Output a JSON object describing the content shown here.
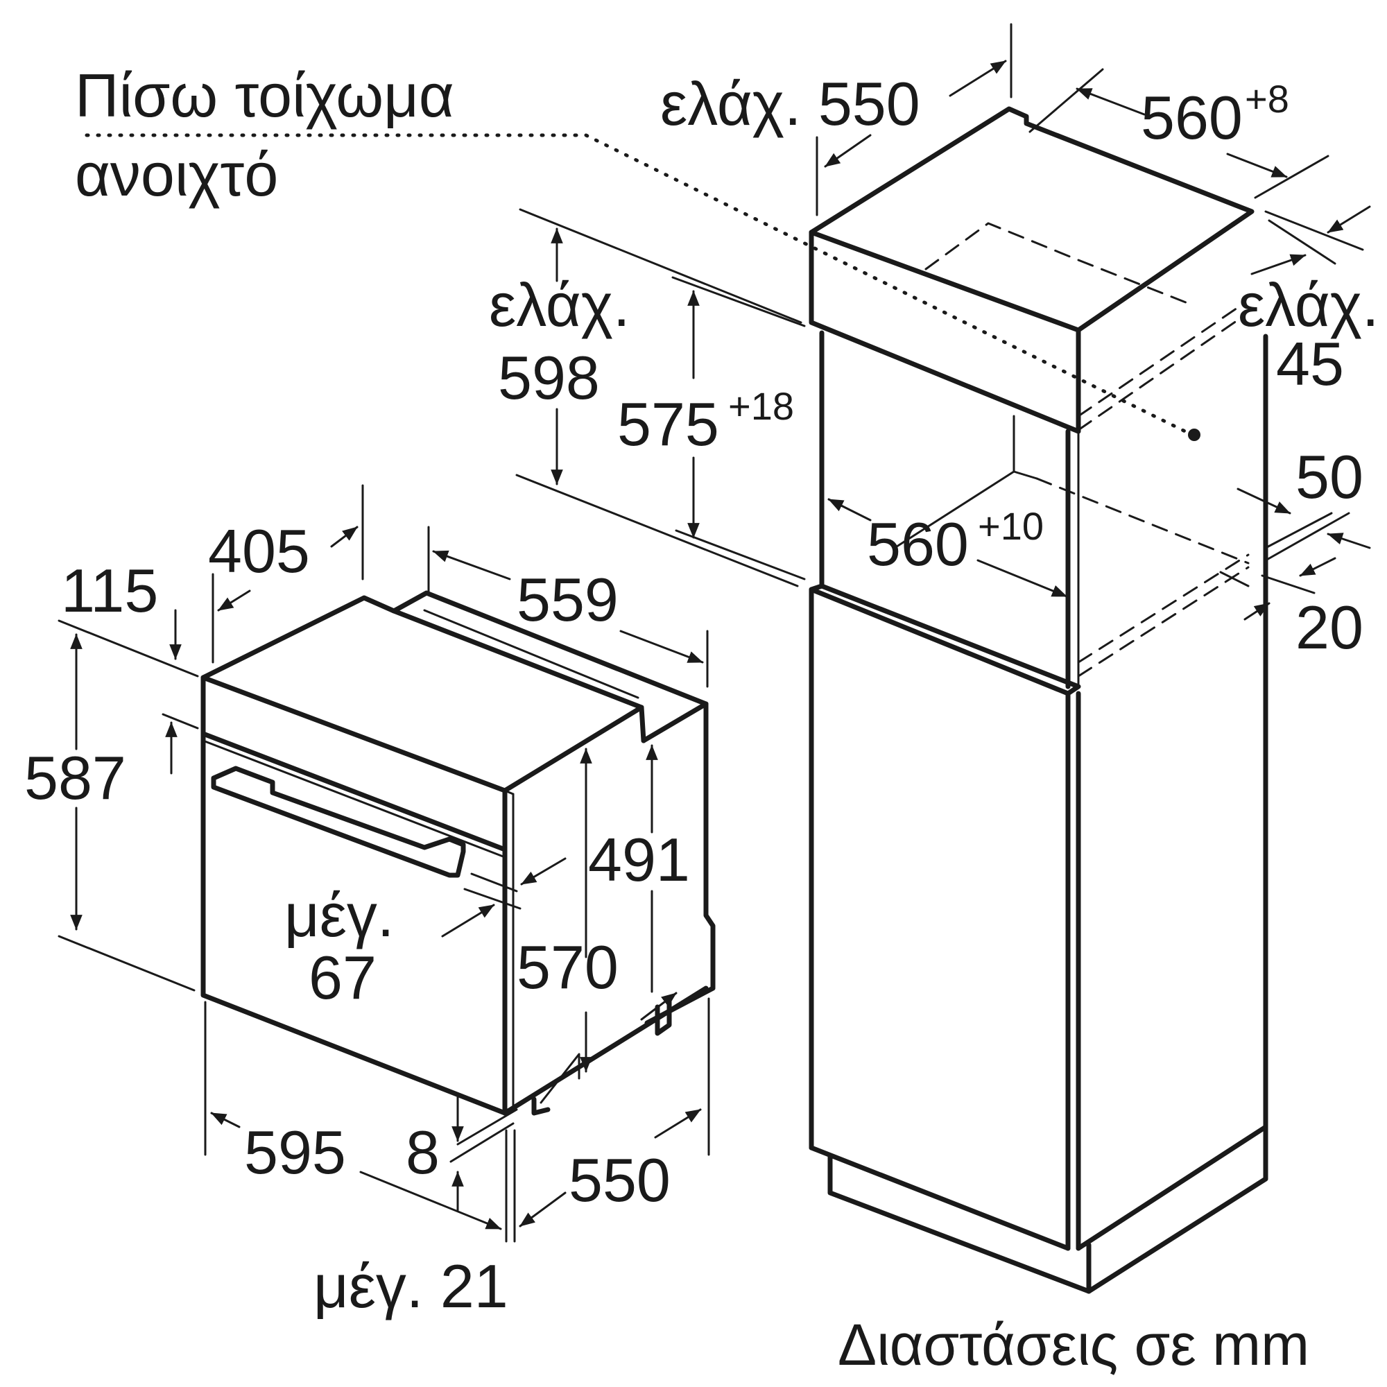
{
  "labels": {
    "rear_wall": "Πίσω τοίχωμα",
    "open": "ανοιχτό",
    "min_550_top": "ελάχ. 550",
    "w560": "560",
    "w560_tol": "+8",
    "min_label_right": "ελάχ.",
    "min_45": "45",
    "min_label_left": "ελάχ.",
    "min_598": "598",
    "h575": "575",
    "h575_tol": "+18",
    "d50": "50",
    "d560": "560",
    "d560_tol": "+10",
    "d20": "20",
    "d405": "405",
    "d115": "115",
    "d559": "559",
    "d587": "587",
    "d491": "491",
    "max_label": "μέγ.",
    "max_67": "67",
    "d570": "570",
    "d595": "595",
    "d8": "8",
    "d550_bottom": "550",
    "max_21": "μέγ. 21",
    "units": "Διαστάσεις σε mm"
  }
}
